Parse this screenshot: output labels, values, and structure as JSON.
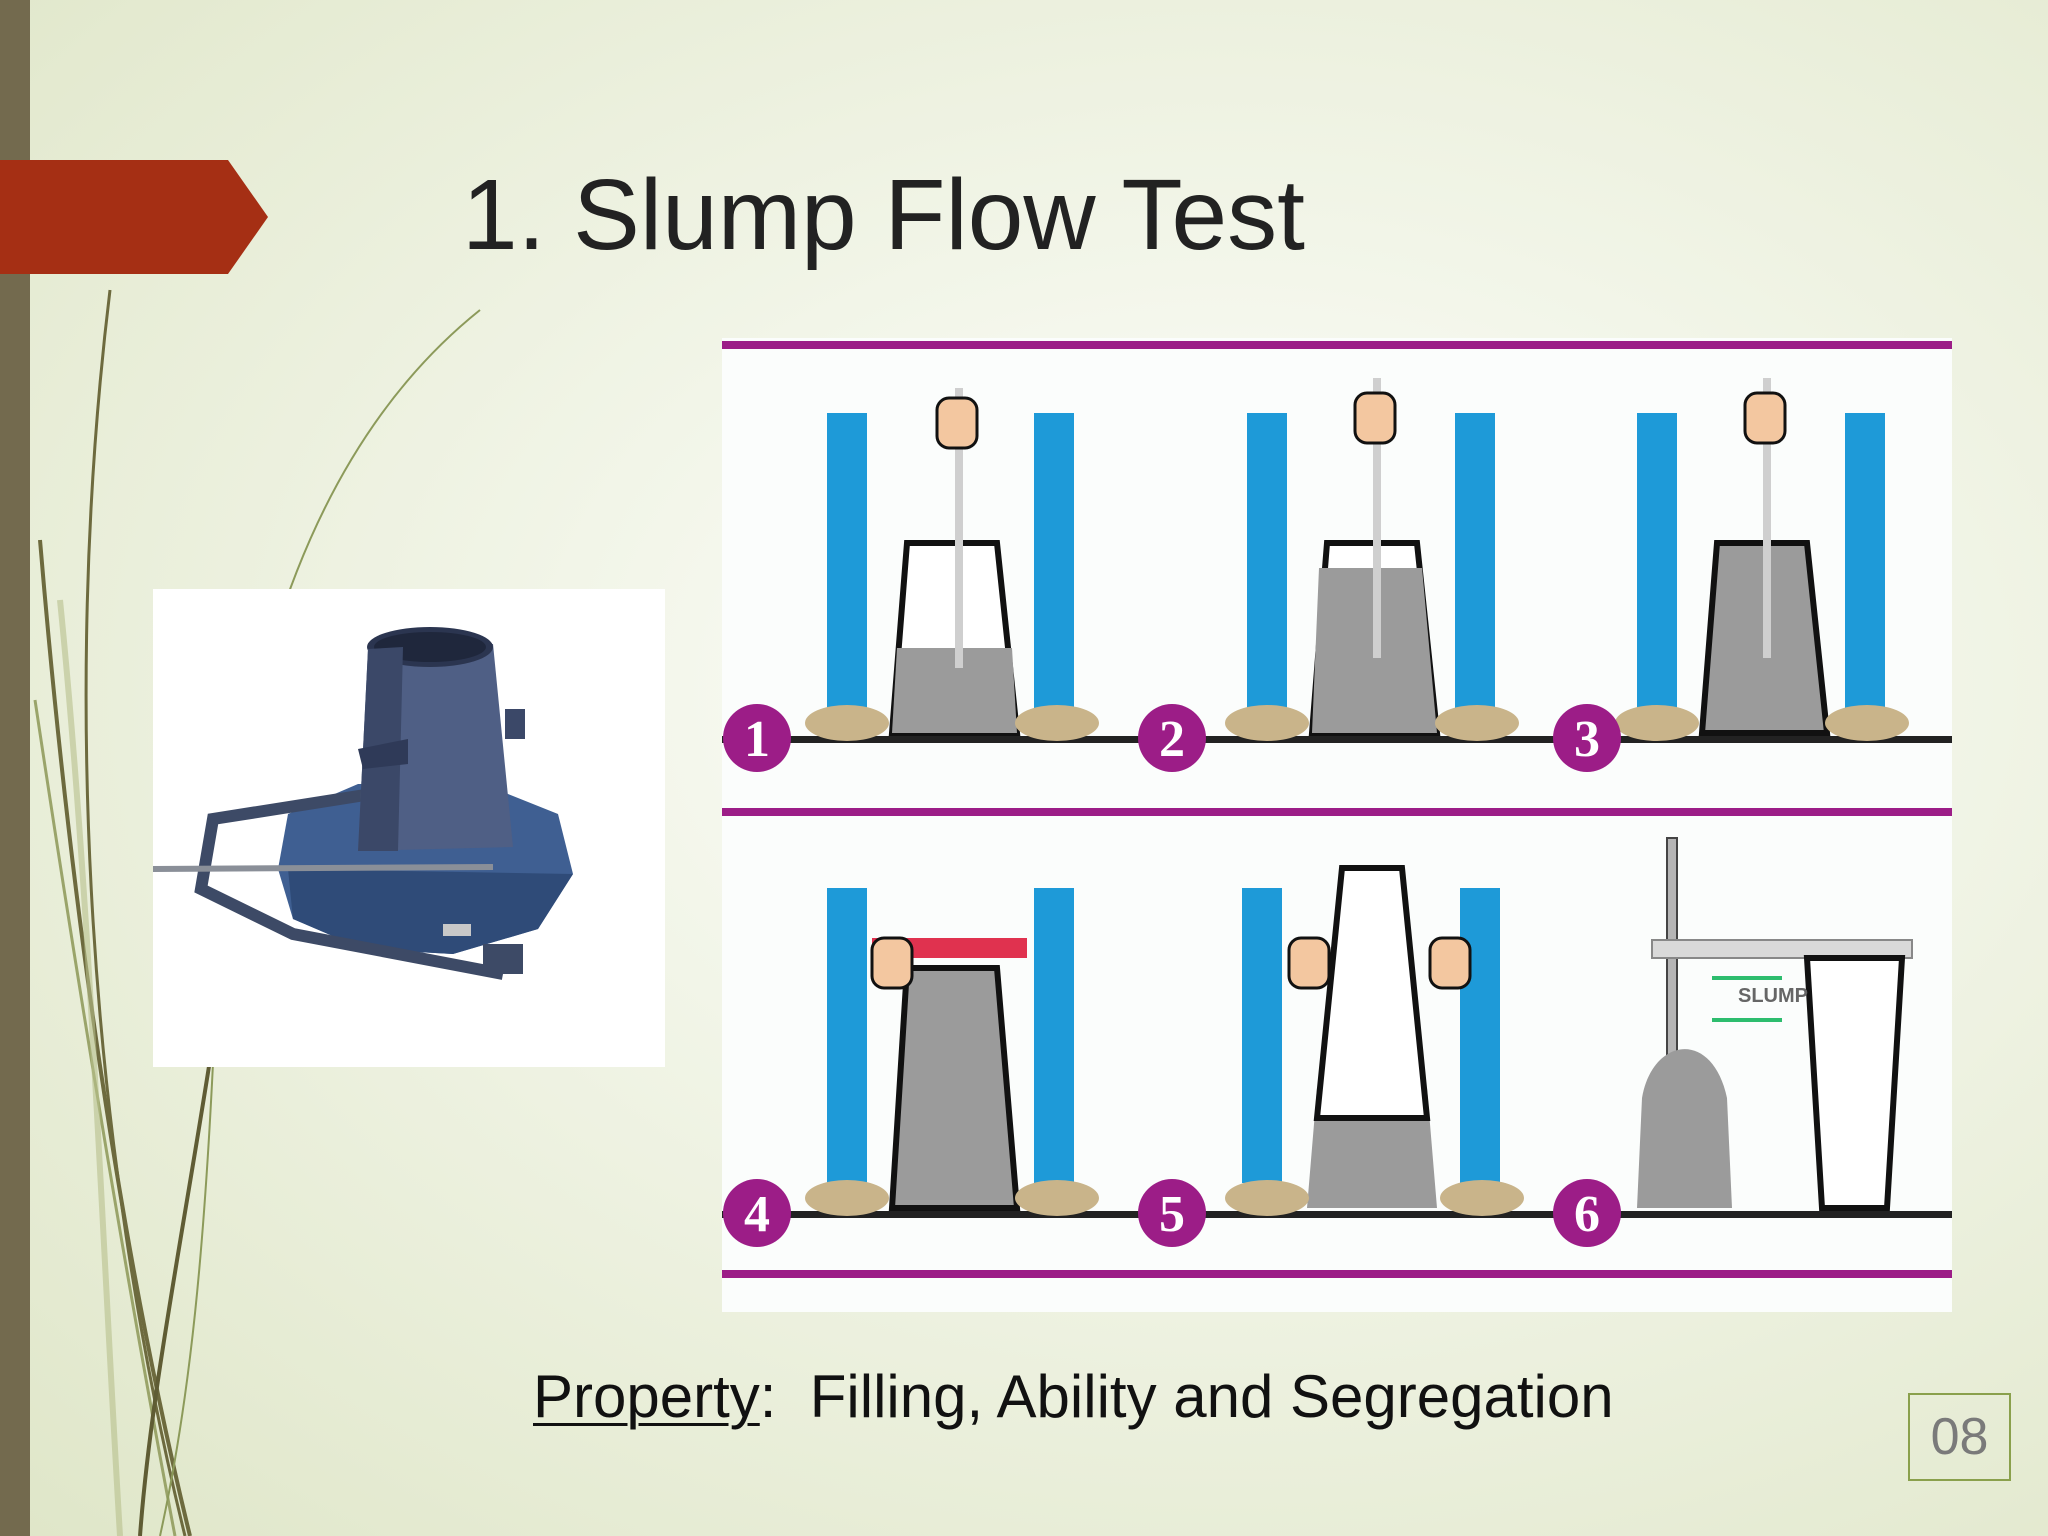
{
  "slide": {
    "title": "1. Slump Flow Test",
    "property_label": "Property",
    "property_separator": ":",
    "property_value": "Filling, Ability and Segregation",
    "slide_number": "08"
  },
  "figure": {
    "step_numbers": [
      "1",
      "2",
      "3",
      "4",
      "5",
      "6"
    ],
    "slump_label": "SLUMP"
  },
  "colors": {
    "accent_arrow": "#a52f14",
    "left_bar": "#736a4e",
    "magenta": "#9c1d87",
    "leg_blue": "#1e9ad8"
  }
}
